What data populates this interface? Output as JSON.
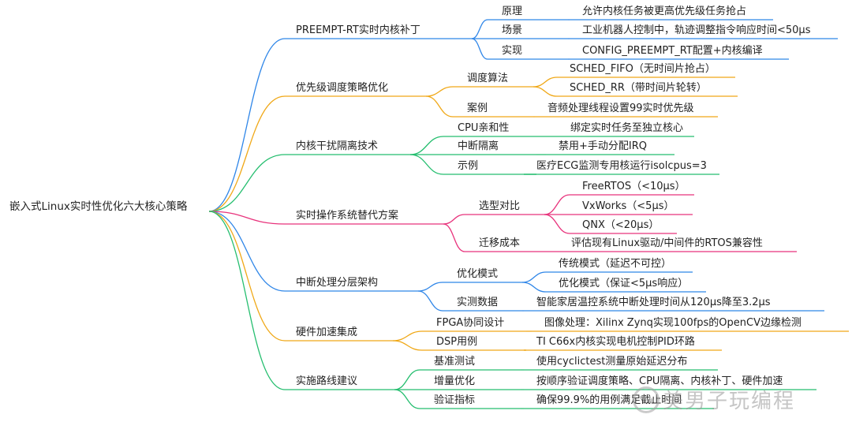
{
  "root": {
    "label": "嵌入式Linux实时性优化六大核心策略"
  },
  "colors": {
    "blue": "#2f86e8",
    "orange": "#f0a817",
    "green": "#25be6f",
    "pink": "#e8337c",
    "watermark": "#a0a0a0"
  },
  "branches": [
    {
      "label": "PREEMPT-RT实时内核补丁",
      "color": "blue",
      "children": [
        {
          "label": "原理",
          "children": [
            {
              "label": "允许内核任务被更高优先级任务抢占"
            }
          ]
        },
        {
          "label": "场景",
          "children": [
            {
              "label": "工业机器人控制中，轨迹调整指令响应时间<50μs"
            }
          ]
        },
        {
          "label": "实现",
          "children": [
            {
              "label": "CONFIG_PREEMPT_RT配置+内核编译"
            }
          ]
        }
      ]
    },
    {
      "label": "优先级调度策略优化",
      "color": "orange",
      "children": [
        {
          "label": "调度算法",
          "children": [
            {
              "label": "SCHED_FIFO（无时间片抢占）"
            },
            {
              "label": "SCHED_RR（带时间片轮转）"
            }
          ]
        },
        {
          "label": "案例",
          "children": [
            {
              "label": "音频处理线程设置99实时优先级"
            }
          ]
        }
      ]
    },
    {
      "label": "内核干扰隔离技术",
      "color": "green",
      "children": [
        {
          "label": "CPU亲和性",
          "children": [
            {
              "label": "绑定实时任务至独立核心"
            }
          ]
        },
        {
          "label": "中断隔离",
          "children": [
            {
              "label": "禁用+手动分配IRQ"
            }
          ]
        },
        {
          "label": "示例",
          "children": [
            {
              "label": "医疗ECG监测专用核运行isolcpus=3"
            }
          ]
        }
      ]
    },
    {
      "label": "实时操作系统替代方案",
      "color": "pink",
      "children": [
        {
          "label": "选型对比",
          "children": [
            {
              "label": "FreeRTOS（<10μs）"
            },
            {
              "label": "VxWorks（<5μs）"
            },
            {
              "label": "QNX（<20μs）"
            }
          ]
        },
        {
          "label": "迁移成本",
          "children": [
            {
              "label": "评估现有Linux驱动/中间件的RTOS兼容性"
            }
          ]
        }
      ]
    },
    {
      "label": "中断处理分层架构",
      "color": "blue",
      "children": [
        {
          "label": "优化模式",
          "children": [
            {
              "label": "传统模式（延迟不可控）"
            },
            {
              "label": "优化模式（保证<5μs响应）"
            }
          ]
        },
        {
          "label": "实测数据",
          "children": [
            {
              "label": "智能家居温控系统中断处理时间从120μs降至3.2μs"
            }
          ]
        }
      ]
    },
    {
      "label": "硬件加速集成",
      "color": "orange",
      "children": [
        {
          "label": "FPGA协同设计",
          "children": [
            {
              "label": "图像处理：Xilinx Zynq实现100fps的OpenCV边缘检测"
            }
          ]
        },
        {
          "label": "DSP用例",
          "children": [
            {
              "label": "TI C66x内核实现电机控制PID环路"
            }
          ]
        }
      ]
    },
    {
      "label": "实施路线建议",
      "color": "green",
      "children": [
        {
          "label": "基准测试",
          "children": [
            {
              "label": "使用cyclictest测量原始延迟分布"
            }
          ]
        },
        {
          "label": "增量优化",
          "children": [
            {
              "label": "按顺序验证调度策略、CPU隔离、内核补丁、硬件加速"
            }
          ]
        },
        {
          "label": "验证指标",
          "children": [
            {
              "label": "确保99.9%的用例满足截止时间"
            }
          ]
        }
      ]
    }
  ],
  "watermark": {
    "text": "美男子玩编程",
    "icon": "wechat-icon"
  }
}
